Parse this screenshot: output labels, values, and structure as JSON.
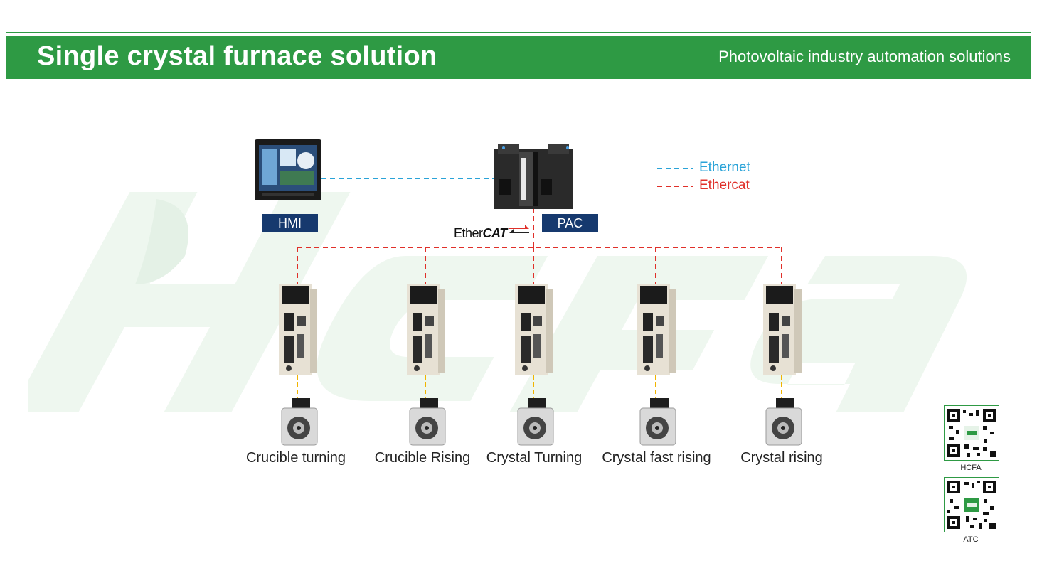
{
  "header": {
    "title": "Single crystal furnace solution",
    "subtitle": "Photovoltaic industry automation solutions"
  },
  "colors": {
    "brand_green": "#2e9a44",
    "label_navy": "#16396e",
    "ethernet": "#2aa3d8",
    "ethercat": "#e0302a",
    "motor_link": "#f1b400"
  },
  "devices": {
    "hmi_label": "HMI",
    "pac_label": "PAC",
    "ethercat_logo": {
      "ether": "Ether",
      "cat": "CAT"
    }
  },
  "legend": {
    "ethernet": "Ethernet",
    "ethercat": "Ethercat"
  },
  "axes": [
    {
      "label": "Crucible turning"
    },
    {
      "label": "Crucible Rising"
    },
    {
      "label": "Crystal Turning"
    },
    {
      "label": "Crystal fast rising"
    },
    {
      "label": "Crystal rising"
    }
  ],
  "qr_codes": [
    {
      "caption": "HCFA"
    },
    {
      "caption": "ATC"
    }
  ],
  "watermark_text": "HCFA"
}
